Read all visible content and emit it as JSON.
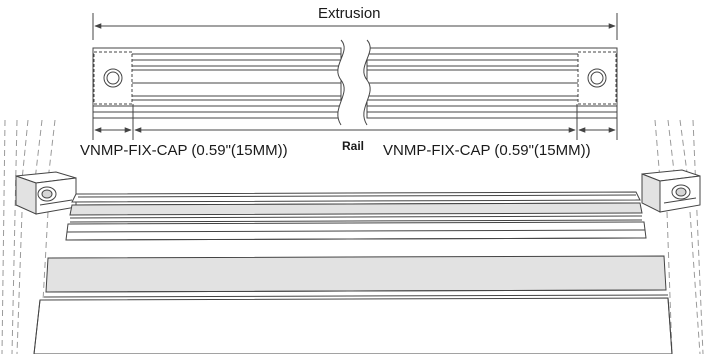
{
  "labels": {
    "extrusion": "Extrusion",
    "cap_left": "VNMP-FIX-CAP (0.59\"(15MM))",
    "rail": "Rail",
    "cap_right": "VNMP-FIX-CAP (0.59\"(15MM))"
  },
  "colors": {
    "line": "#444444",
    "dash": "#9a9a9a",
    "panel_fill": "#e2e2e2",
    "highlight_fill": "#d6d6d6",
    "background": "#ffffff"
  }
}
